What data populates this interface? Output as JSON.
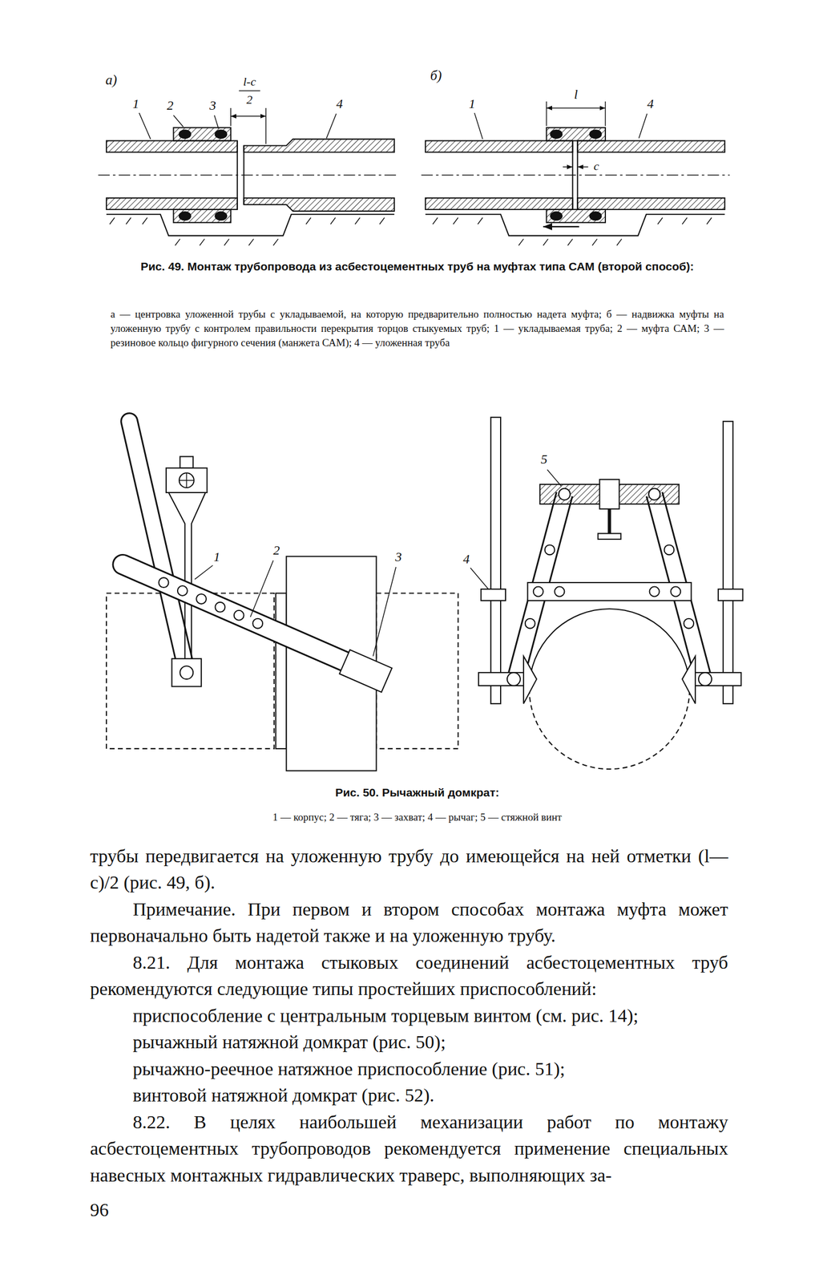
{
  "diagram": {
    "labels": [
      "а)",
      "1",
      "2",
      "3",
      "l-c",
      "2",
      "4",
      "б)",
      "1",
      "l",
      "4",
      "c",
      "Рис. 49. Монтаж трубопровода из асбестоцементных труб на муфтах типа САМ (второй способ):",
      "а — центровка уложенной трубы с укладываемой, на которую предварительно полностью надета муфта; б — надвижка муфты на уложенную трубу с контролем правильности перекрытия торцов стыкуемых труб; 1 — укладываемая труба; 2 — муфта САМ; 3 — резиновое кольцо фигурного сечения (манжета САМ); 4 — уложенная труба",
      "1",
      "2",
      "3",
      "4",
      "5",
      "Рис. 50. Рычажный домкрат:",
      "1 — корпус; 2 — тяга; 3 — захват; 4 — рычаг; 5 — стяжной винт",
      "трубы передвигается на уложенную трубу до имеющейся на ней отметки (l—c)/2 (рис. 49, б).",
      "Примечание. При первом и втором способах монтажа муфта может первоначально быть надетой также и на уложенную трубу.",
      "8.21. Для монтажа стыковых соединений асбестоцементных труб рекомендуются следующие типы простейших приспособлений:",
      "приспособление с центральным торцевым винтом (см. рис. 14);",
      "рычажный натяжной домкрат (рис. 50);",
      "рычажно-реечное натяжное приспособление (рис. 51);",
      "винтовой натяжной домкрат (рис. 52).",
      "8.22. В целях наибольшей механизации работ по монтажу асбестоцементных трубопроводов рекомендуется применение специальных навесных монтажных гидравлических траверс, выполняющих за-",
      "96"
    ]
  }
}
